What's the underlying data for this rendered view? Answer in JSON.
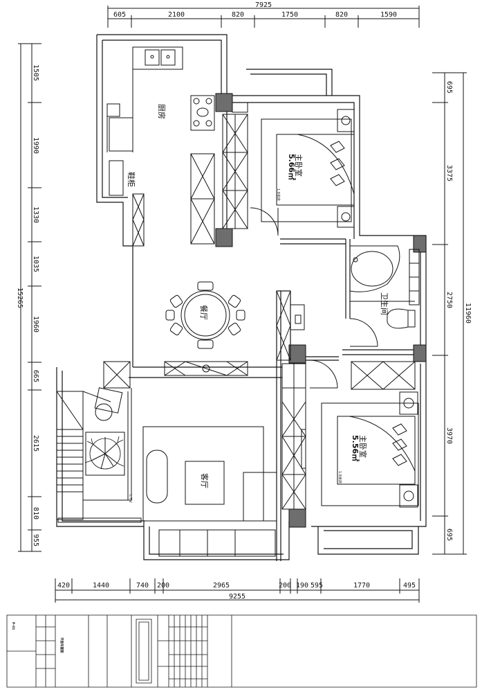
{
  "dimensions": {
    "top_total": "7925",
    "top_segments": [
      "605",
      "2100",
      "820",
      "1750",
      "820",
      "1590"
    ],
    "left_total": "15265",
    "left_segments": [
      "1505",
      "1990",
      "1330",
      "1035",
      "1960",
      "665",
      "2615",
      "810",
      "955"
    ],
    "right_total": "11960",
    "right_segments": [
      "695",
      "3375",
      "2750",
      "3970",
      "695"
    ],
    "bottom_total": "9255",
    "bottom_segments": [
      "420",
      "1440",
      "740",
      "200",
      "2965",
      "200",
      "190",
      "595",
      "1770",
      "495"
    ]
  },
  "rooms": {
    "kitchen": "厨房",
    "shoe_cabinet": "鞋柜",
    "master_bedroom_top": "主卧室",
    "master_bedroom_top_area": "5.66㎡",
    "bed_size_top": "1.8米床",
    "master_bedroom_bottom": "主卧室",
    "master_bedroom_bottom_area": "5.56㎡",
    "bed_size_bottom": "1.8米床",
    "bathroom": "卫生间",
    "dining": "餐厅",
    "living": "客厅",
    "tv_label": "L.T.V"
  },
  "title_block": {
    "plan_title": "平面布置图",
    "drawing_no": "P-01"
  },
  "colors": {
    "line": "#111111",
    "column": "#6e6e6e",
    "paper": "#ffffff"
  }
}
